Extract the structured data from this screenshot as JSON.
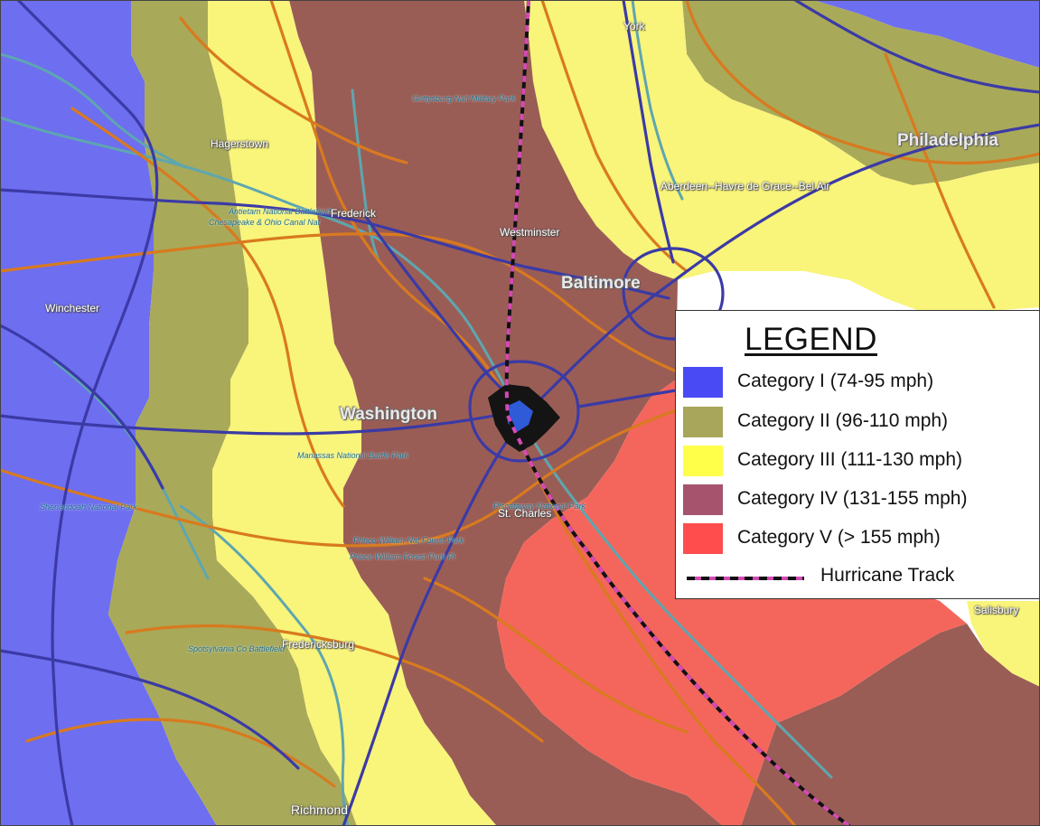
{
  "map": {
    "colors": {
      "category_1": "#6e6ef0",
      "category_2": "#a9a95a",
      "category_3": "#f9f47a",
      "category_4": "#9a5d55",
      "category_5": "#f4665c",
      "land": "#ffffff",
      "interstate": "#3b3aa6",
      "highway": "#d87a1f",
      "river": "#5ea6b0"
    },
    "places": {
      "york": "York",
      "philadelphia": "Philadelphia",
      "hagerstown": "Hagerstown",
      "aberdeen": "Aberdeen--Havre de Grace--Bel Air",
      "frederick": "Frederick",
      "westminster": "Westminster",
      "baltimore": "Baltimore",
      "winchester": "Winchester",
      "washington": "Washington",
      "st_charles": "St. Charles",
      "fredericksburg": "Fredericksburg",
      "salisbury": "Salisbury",
      "richmond": "Richmond"
    },
    "parks": {
      "gettysburg": "Gettysburg Natl Military Park",
      "antietam": "Antietam National Battlefield",
      "chesapeake": "Chesapeake & Ohio Canal Nat",
      "manassas": "Manassas National Battle Park",
      "shenandoah": "Shenandoah National Park",
      "piscataway": "Piscataway National Park",
      "prince_william_1": "Prince William Nat Forest Park",
      "prince_william_2": "Prince William Forest Park Pl",
      "spotsylvania": "Spotsylvania Co Battlefield"
    }
  },
  "legend": {
    "title": "LEGEND",
    "items": [
      {
        "label": "Category I (74-95 mph)",
        "color": "#4a4af5"
      },
      {
        "label": "Category II (96-110 mph)",
        "color": "#a8a65a"
      },
      {
        "label": "Category III (111-130 mph)",
        "color": "#ffff4a"
      },
      {
        "label": "Category IV (131-155 mph)",
        "color": "#a6546e"
      },
      {
        "label": "Category V (> 155 mph)",
        "color": "#ff4d4d"
      }
    ],
    "track_label": "Hurricane Track"
  }
}
